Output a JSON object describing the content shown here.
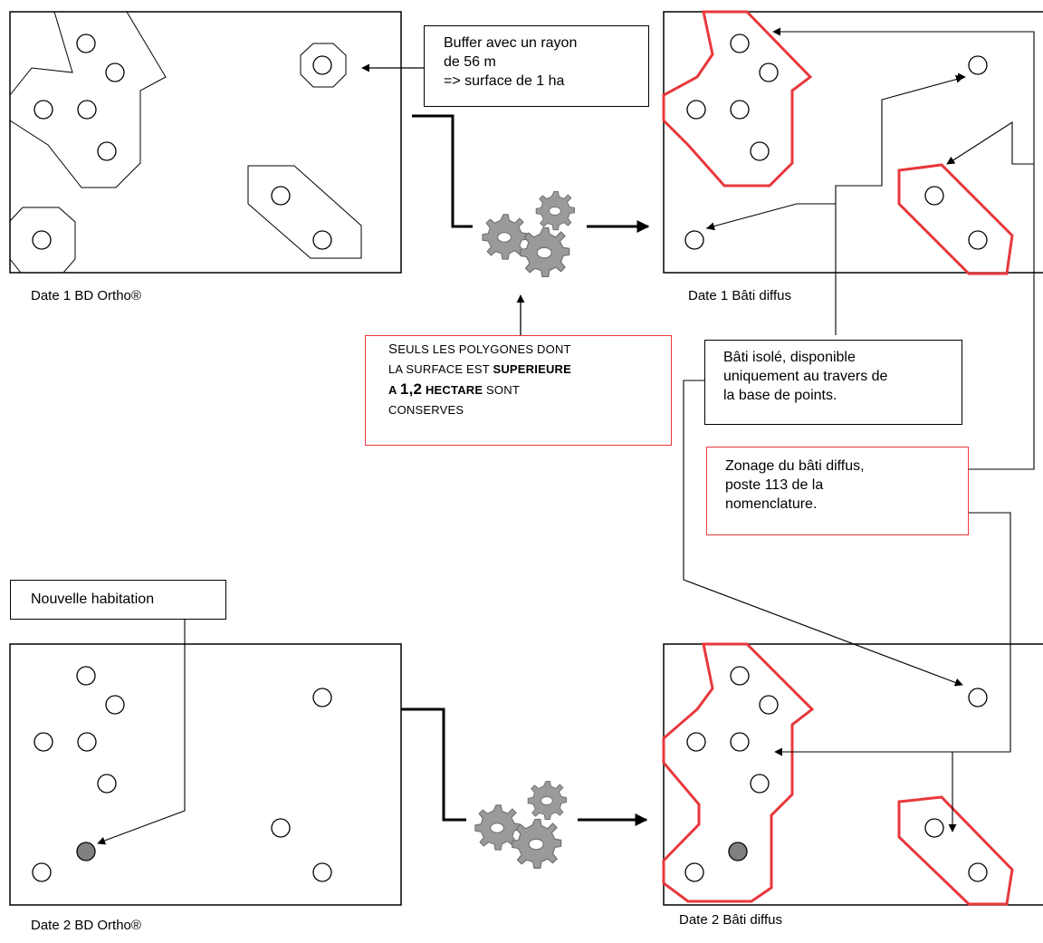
{
  "captions": {
    "d1_ortho": "Date 1 BD Ortho®",
    "d1_bati": "Date 1 Bâti diffus",
    "d2_ortho": "Date 2 BD Ortho®",
    "d2_bati": "Date 2 Bâti diffus"
  },
  "notes": {
    "buffer": [
      "Buffer avec un rayon",
      "de 56 m",
      "=> surface de 1 ha"
    ],
    "isole": [
      "Bâti isolé, disponible",
      "uniquement au travers de",
      "la base de points."
    ],
    "zonage": [
      "Zonage du bâti diffus,",
      "poste 113 de la",
      "nomenclature."
    ],
    "nouvelle": "Nouvelle habitation"
  },
  "rule": {
    "l1_cap": "S",
    "l1_rest": "EULS LES POLYGONES DONT",
    "l2": "LA SURFACE EST ",
    "l2_bold": "SUPERIEURE",
    "l3_a": "A ",
    "l3_num": "1,2",
    "l3_b": " HECTARE",
    "l3_c": " SONT",
    "l4": "CONSERVES"
  },
  "colors": {
    "zone_outline": "#e8383c",
    "new_house": "#808080",
    "gear": "#8a8a8a"
  }
}
